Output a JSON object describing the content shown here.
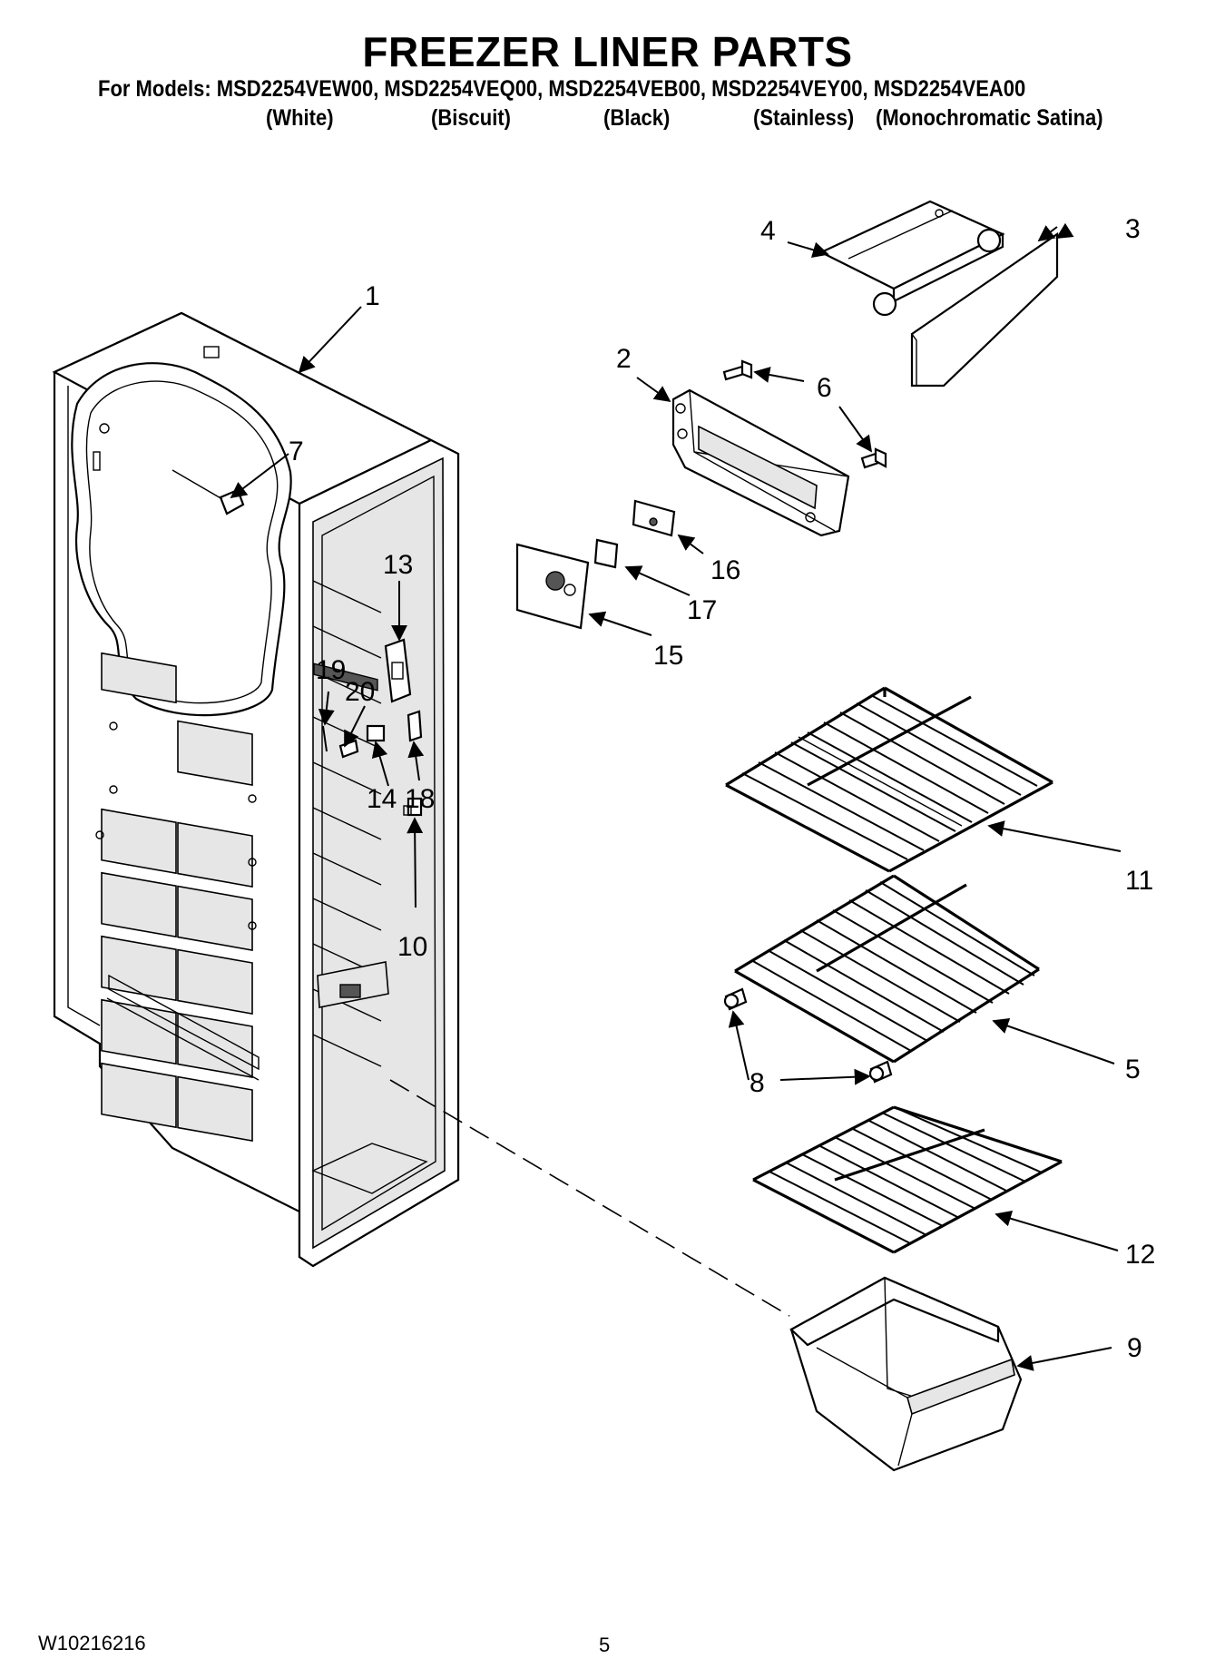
{
  "page": {
    "title": "FREEZER LINER PARTS",
    "models_line": "For Models: MSD2254VEW00, MSD2254VEQ00, MSD2254VEB00, MSD2254VEY00, MSD2254VEA00",
    "variants": [
      "(White)",
      "(Biscuit)",
      "(Black)",
      "(Stainless)",
      "(Monochromatic Satina)"
    ],
    "doc_number": "W10216216",
    "page_number": "5"
  },
  "callouts": [
    "1",
    "2",
    "3",
    "4",
    "5",
    "6",
    "7",
    "8",
    "9",
    "10",
    "11",
    "12",
    "13",
    "14",
    "15",
    "16",
    "17",
    "18",
    "19",
    "20"
  ]
}
